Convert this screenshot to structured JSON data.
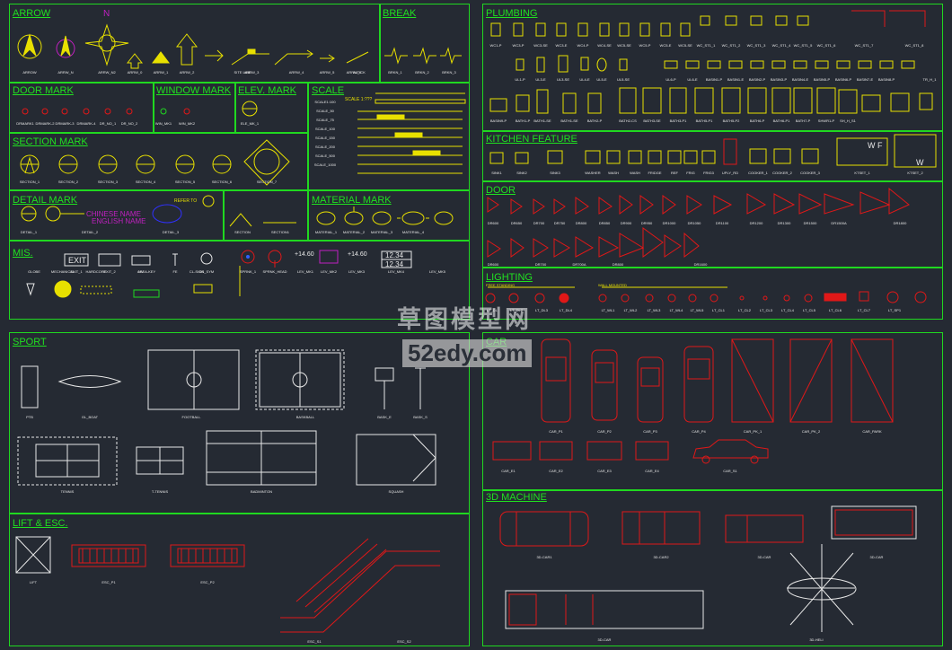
{
  "sections": {
    "arrow": "ARROW",
    "break": "BREAK",
    "door_mark": "DOOR MARK",
    "window_mark": "WINDOW MARK",
    "elev_mark": "ELEV. MARK",
    "scale": "SCALE",
    "section_mark": "SECTION MARK",
    "detail_mark": "DETAIL MARK",
    "material_mark": "MATERIAL MARK",
    "mis": "MIS.",
    "plumbing": "PLUMBING",
    "kitchen_feature": "KITCHEN FEATURE",
    "door": "DOOR",
    "lighting": "LIGHTING",
    "sport": "SPORT",
    "car": "CAR",
    "lift_esc": "LIFT & ESC.",
    "machine_3d": "3D MACHINE"
  },
  "symbol_text": {
    "north": "N",
    "exit": "EXIT",
    "level_1": "+14.60",
    "level_2": "+14.60",
    "box_1": "12.34",
    "box_2": "12.34",
    "chinese_name": "CHINESE NAME",
    "english_name": "ENGLISH NAME",
    "refer_to": "REFER TO",
    "wc": "W",
    "wf": "W F",
    "scale_title": "SCALE 1:???"
  },
  "labels": {
    "arrow": [
      "ARROW",
      "ARRW_N",
      "ARRW_N2",
      "ARRW_0",
      "ARRW_1",
      "ARRW_2",
      "ARRW_3",
      "SITE LINE",
      "ARRW_4",
      "ARRW_5",
      "ARRW_6",
      "ALTICK"
    ],
    "break": [
      "BRKN_1",
      "BRKN_2",
      "BRKN_3"
    ],
    "door_mark": [
      "DRMARK1",
      "DRMARK-2",
      "DRMARK-3",
      "DRMARK-4",
      "DR_NO_1",
      "DR_NO_2"
    ],
    "window_mark": [
      "WIN_MK1",
      "WIN_MK2"
    ],
    "elev_mark": [
      "ELE_MK_1"
    ],
    "scale": [
      "SCALE1:100",
      "SCALE_50",
      "SCALE_75",
      "SCALE_100",
      "SCALE_150",
      "SCALE_200",
      "SCALE_500",
      "SCALE_1000"
    ],
    "section": [
      "SECTION_1",
      "SECTION_2",
      "SECTION_3",
      "SECTION_4",
      "SECTION_5",
      "SECTION_6",
      "SECTION_7"
    ],
    "detail": [
      "DETAIL_1",
      "DETAIL_2",
      "DETAIL_3",
      "SECTION",
      "SECTION1"
    ],
    "material": [
      "MATERIAL_1",
      "MATERIAL_2",
      "MATERIAL_3",
      "MATERIAL_4"
    ],
    "mis": [
      "EXIT_1",
      "EXIT_2",
      "HV",
      "FE",
      "DS_SYM",
      "SPRNK_1",
      "SPRNK_HEAD",
      "LEV_MK1",
      "LEV_MK2",
      "LEV_MK3",
      "LEV_MK4",
      "LEV_MK5",
      "GLOBE",
      "MECHANICAL",
      "HARDCORE",
      "AREA-KEY",
      "CL-SIGN"
    ],
    "plumbing_r1": [
      "WC1-P",
      "WC3-P",
      "WC3-SE",
      "WC3-E",
      "WC4-P",
      "WC4-SE",
      "WC5-SE",
      "WC5-P",
      "WC5-E",
      "WC5-SE",
      "WC_ST1_1",
      "WC_ST1_2",
      "WC_ST1_3",
      "WC_ST1_4",
      "WC_ST1_5",
      "WC_ST1_6",
      "WC_ST1_7",
      "WC_ST1_8"
    ],
    "plumbing_r2": [
      "UL1-P",
      "UL3-E",
      "UL3-SE",
      "UL4-E",
      "UL5-E",
      "UL5-SE",
      "UL6-P",
      "UL6-E",
      "BASIN1-P",
      "BASIN1-E",
      "BASIN2-P",
      "BASIN3-P",
      "BASIN4-E",
      "BASIN5-P",
      "BASIN6-P",
      "BASIN7-E",
      "BASIN8-P",
      "TR_H_1"
    ],
    "plumbing_r3": [
      "BASIN9-P",
      "BATH1-P",
      "BATH1-SE",
      "BATH1-SE",
      "BATH2-P",
      "BATH2-CS",
      "BATH3-SE",
      "BATH3-P1",
      "BATH5-P1",
      "BATH5-P2",
      "BATH6-P",
      "BATH6-P1",
      "BATH7-P",
      "SHWR1-P",
      "SH_H_S1"
    ],
    "kitchen": [
      "SINK1",
      "SINK2",
      "SINK3",
      "WASHER",
      "WASH",
      "WASH",
      "FRIDGE",
      "REF",
      "FRIG",
      "FRIG3",
      "UPLY_RD",
      "COOKER_1",
      "COOKER_2",
      "COOKER_3",
      "KTSET_1",
      "KTSET_2"
    ],
    "door_r1": [
      "DR600",
      "DR650",
      "DR700",
      "DR750",
      "DR800",
      "DR850",
      "DR900",
      "DR950",
      "DR1000",
      "DR1050",
      "DR1100",
      "DR1200",
      "DR1300",
      "DR1500",
      "DR1500A",
      "DR1800"
    ],
    "door_r2": [
      "DR600",
      "DR700",
      "DR700A",
      "DR800",
      "DR1600"
    ],
    "lighting": [
      "LT_DL",
      "LT_DL2",
      "LT_DL3",
      "LT_DL4",
      "LT_WL1",
      "LT_WL2",
      "LT_WL3",
      "LT_WL4",
      "LT_WL5",
      "LT_CL1",
      "LT_CL2",
      "LT_CL3",
      "LT_CL4",
      "LT_CL5",
      "LT_CL6",
      "LT_CL7",
      "LT_SP1"
    ],
    "lighting_sub": [
      "FREE STANDING",
      "WALL MOUNTED"
    ],
    "sport": [
      "PTB",
      "GL_BOAT",
      "FOOTBALL",
      "BASKBALL",
      "BASK_E",
      "BASK_S",
      "TENNIS",
      "T-TENNIS",
      "BADMINTON",
      "SQUASH"
    ],
    "car": [
      "CAR_P1",
      "CAR_P2",
      "CAR_P3",
      "CAR_P4",
      "CAR_PK_1",
      "CAR_PK_2",
      "CAR_PARK",
      "CAR_E1",
      "CAR_E2",
      "CAR_E3",
      "CAR_E4",
      "CAR_S1"
    ],
    "lift": [
      "LIFT",
      "ESC_P1",
      "ESC_P2",
      "ESC_S1",
      "ESC_S2"
    ],
    "machine": [
      "3D-CAR1",
      "3D-CAR2",
      "3D-CAR",
      "3D-CAR",
      "3D-CAR",
      "3D-HELI"
    ]
  },
  "watermark": {
    "site_cn": "草图模型网",
    "site": "52edy.com"
  },
  "colors": {
    "background": "#252a33",
    "frame": "#20d820",
    "symbol": "#e8e000",
    "red_symbol": "#e01818",
    "text": "#e8e8e8"
  }
}
